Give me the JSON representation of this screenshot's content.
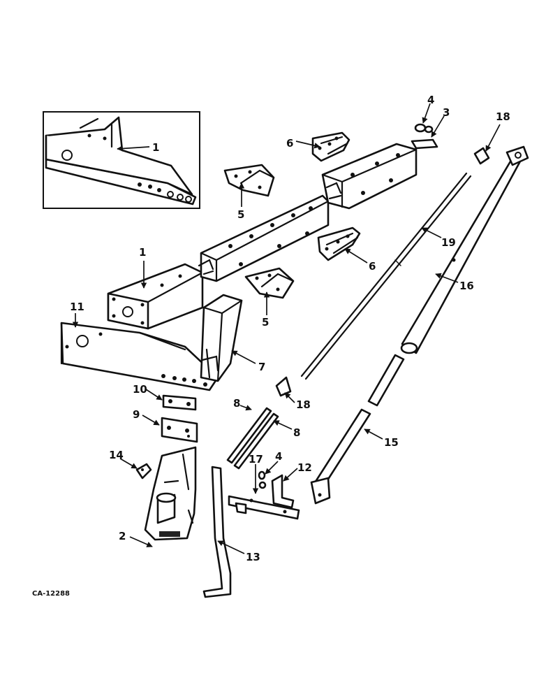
{
  "drawing_code": "CA-12288",
  "callouts": {
    "inset_1": "1",
    "frame_1": "1",
    "c2": "2",
    "c3": "3",
    "c4_top": "4",
    "c4_low": "4",
    "c5_upper": "5",
    "c5_lower": "5",
    "c6_upper": "6",
    "c6_lower": "6",
    "c7": "7",
    "c8_left": "8",
    "c8_right": "8",
    "c9": "9",
    "c10": "10",
    "c11": "11",
    "c12": "12",
    "c13": "13",
    "c14": "14",
    "c15": "15",
    "c16": "16",
    "c17": "17",
    "c18_top": "18",
    "c18_mid": "18",
    "c19": "19"
  },
  "colors": {
    "ink": "#111111",
    "paper": "#ffffff"
  }
}
